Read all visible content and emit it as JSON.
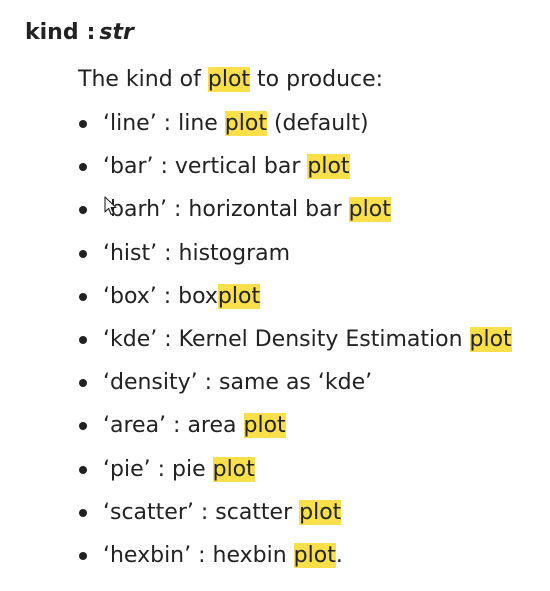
{
  "param": {
    "name": "kind",
    "separator": ":",
    "type": "str"
  },
  "description": {
    "before": "The kind of ",
    "highlight": "plot",
    "after": " to produce:"
  },
  "items": [
    {
      "pre": "‘line’ : line ",
      "hl": "plot",
      "post": " (default)"
    },
    {
      "pre": "‘bar’ : vertical bar ",
      "hl": "plot",
      "post": ""
    },
    {
      "pre": "‘barh’ : horizontal bar ",
      "hl": "plot",
      "post": ""
    },
    {
      "pre": "‘hist’ : histogram",
      "hl": "",
      "post": ""
    },
    {
      "pre": "‘box’ : box",
      "hl": "plot",
      "post": ""
    },
    {
      "pre": "‘kde’ : Kernel Density Estimation ",
      "hl": "plot",
      "post": ""
    },
    {
      "pre": "‘density’ : same as ‘kde’",
      "hl": "",
      "post": ""
    },
    {
      "pre": "‘area’ : area ",
      "hl": "plot",
      "post": ""
    },
    {
      "pre": "‘pie’ : pie ",
      "hl": "plot",
      "post": ""
    },
    {
      "pre": "‘scatter’ : scatter ",
      "hl": "plot",
      "post": ""
    },
    {
      "pre": "‘hexbin’ : hexbin ",
      "hl": "plot",
      "post": "."
    }
  ],
  "colors": {
    "text": "#222222",
    "highlight": "#f9e04b"
  },
  "icons": {
    "cursor": "mouse-pointer-icon"
  }
}
